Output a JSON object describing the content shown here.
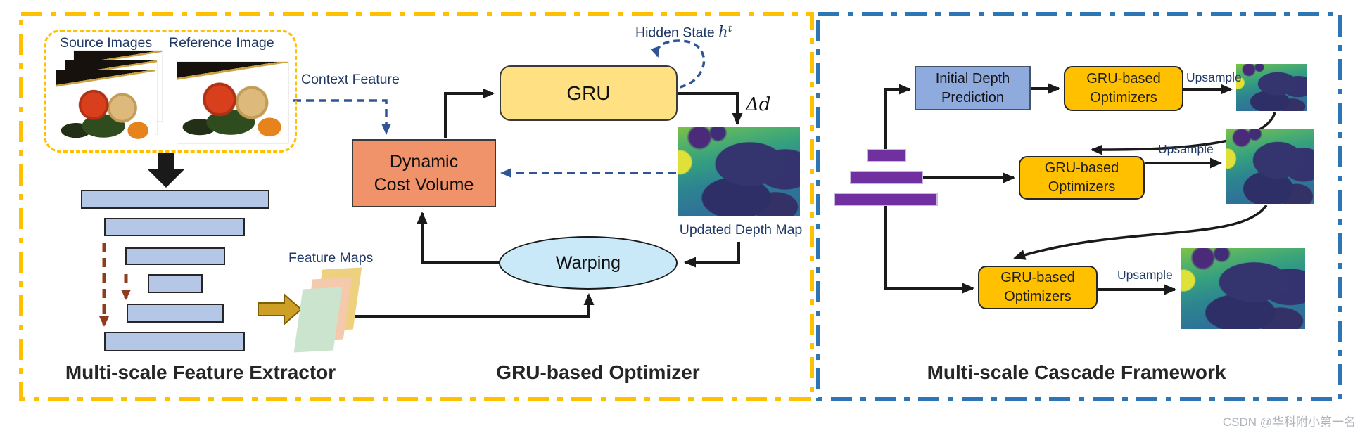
{
  "left_panel": {
    "caption_extractor": "Multi-scale Feature Extractor",
    "caption_optimizer": "GRU-based Optimizer",
    "source_images_label": "Source Images",
    "reference_image_label": "Reference Image",
    "context_feature_label": "Context Feature",
    "feature_maps_label": "Feature Maps",
    "gru_label": "GRU",
    "hidden_state_label": "Hidden State",
    "hidden_state_var": "h",
    "hidden_state_sup": "t",
    "delta_label": "Δd",
    "cost_volume_line1": "Dynamic",
    "cost_volume_line2": "Cost Volume",
    "warping_label": "Warping",
    "updated_depth_label": "Updated Depth Map"
  },
  "right_panel": {
    "caption": "Multi-scale Cascade Framework",
    "initial_depth_line1": "Initial Depth",
    "initial_depth_line2": "Prediction",
    "stages": [
      {
        "box_line1": "GRU-based",
        "box_line2": "Optimizers",
        "upsample": "Upsample"
      },
      {
        "box_line1": "GRU-based",
        "box_line2": "Optimizers",
        "upsample": "Upsample"
      },
      {
        "box_line1": "GRU-based",
        "box_line2": "Optimizers",
        "upsample": "Upsample"
      }
    ]
  },
  "watermark": "CSDN @华科附小第一名",
  "colors": {
    "left_border": "#FFC000",
    "right_border": "#2E75B6",
    "gru_fill": "#FFE083",
    "cost_volume_fill": "#F0926A",
    "warping_fill": "#C9E9F9",
    "feature_rect_fill": "#B4C7E7",
    "initial_depth_fill": "#8FAADC",
    "optimizer_fill": "#FFC000",
    "pyramid_bar_fill": "#7030A0",
    "annotation_text": "#1F3864",
    "arrow_blue": "#2F5597",
    "arrow_brown": "#8E3B1E"
  }
}
